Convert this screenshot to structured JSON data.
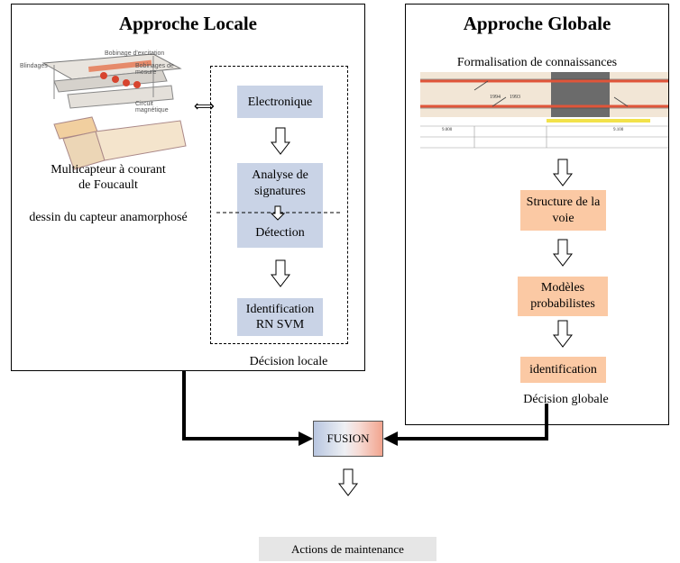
{
  "local": {
    "title": "Approche Locale",
    "sensor_caption_1": "Multicapteur à courant",
    "sensor_caption_2": "de Foucault",
    "sensor_caption_3": "dessin du capteur anamorphosé",
    "sensor_labels": [
      "Bobinage d'excitation",
      "Bobinages de mesure",
      "Blindages",
      "Circuit magnétique"
    ],
    "steps": [
      "Electronique",
      "Analyse de signatures",
      "Détection",
      "Identification RN SVM"
    ],
    "decision": "Décision locale"
  },
  "global": {
    "title": "Approche Globale",
    "knowledge": "Formalisation de connaissances",
    "map_labels": [
      "1994",
      "1993",
      "9.000",
      "9.100"
    ],
    "steps": [
      "Structure de la voie",
      "Modèles probabilistes",
      "identification"
    ],
    "decision": "Décision globale"
  },
  "fusion": {
    "label": "FUSION"
  },
  "actions": {
    "label": "Actions de maintenance"
  },
  "colors": {
    "blue_box": "#c9d3e6",
    "orange_box": "#fbc9a4",
    "rail_red": "#e0553a",
    "rail_yellow": "#f2e24a"
  }
}
